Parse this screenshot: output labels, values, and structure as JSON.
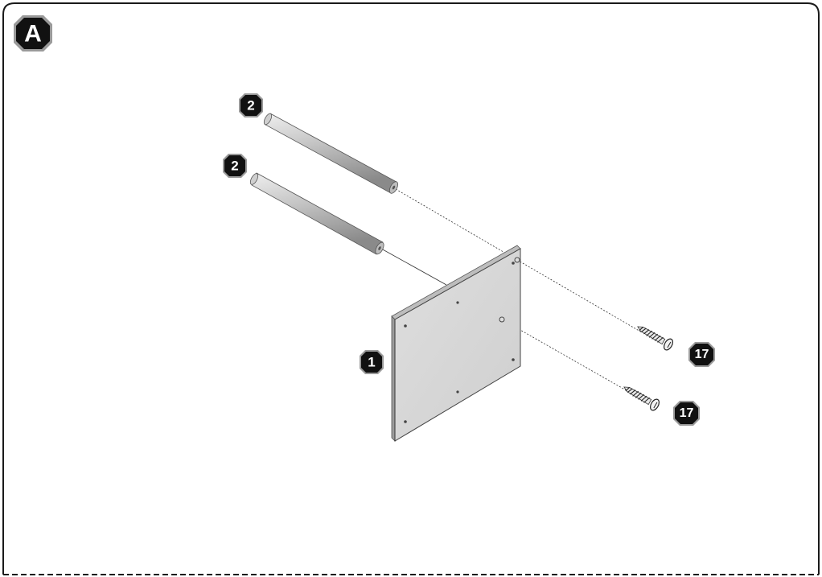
{
  "step": {
    "letter": "A"
  },
  "parts": {
    "panel": "1",
    "rod_upper": "2",
    "rod_lower": "2",
    "screw_upper": "17",
    "screw_lower": "17"
  },
  "colors": {
    "frame": "#1a1a1a",
    "badge": "#111111",
    "badge_outline": "#9a9a9a",
    "panel_face": "#d8d8d8",
    "panel_edge": "#777777",
    "rod_fill": "#bfbfbf"
  }
}
